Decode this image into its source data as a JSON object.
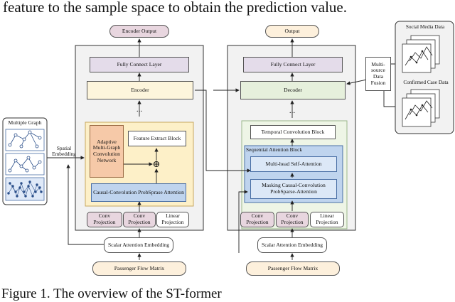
{
  "header": {
    "text": "feature to the sample space to obtain the prediction value."
  },
  "caption": {
    "text": "Figure 1. The overview of the ST-former"
  },
  "left_tower": {
    "output": "Encoder Output",
    "fc_layer": "Fully Connect Layer",
    "encoder": "Encoder",
    "dots": "...",
    "amgcn": "Adaptive Multi-Graph Convolution Network",
    "feature_extract": "Feature Extract Block",
    "plus": "⊕",
    "causal_attention": "Causal-Convolution ProbSprase Attention",
    "proj_conv1": "Conv Projection",
    "proj_conv2": "Conv Projection",
    "proj_linear": "Linear Projection",
    "scalar_embedding": "Scalar Attention Embedding",
    "input": "Passenger Flow Matrix",
    "spatial_embedding": "Spatial Embedding"
  },
  "graph_panel": {
    "title": "Multiple Graph"
  },
  "right_tower": {
    "output": "Output",
    "fc_layer": "Fully Connect Layer",
    "decoder": "Decoder",
    "dots": "...",
    "temporal_conv": "Temporal Convolution Block",
    "seq_block_title": "Sequential Attention Block",
    "multihead": "Multi-head Self-Attention",
    "masking": "Masking Causal-Convolution ProbSparse-Attention",
    "proj_conv1": "Conv Projection",
    "proj_conv2": "Conv Projection",
    "proj_linear": "Linear Projection",
    "scalar_embedding": "Scalar Attention Embedding",
    "input": "Passenger Flow Matrix"
  },
  "fusion": {
    "label": "Multi-source Data Fusion",
    "social_title": "Social Media Data",
    "confirmed_title": "Confirmed Case Data"
  },
  "colors": {
    "purple": "#e4dcea",
    "yellow_light": "#fdf5dc",
    "yellow_panel": "#fdf0c8",
    "orange": "#f6c9a8",
    "blue": "#bfd4ee",
    "blue_dark": "#dce8f7",
    "green": "#e6f0dc",
    "green_panel": "#eef5e6",
    "pink": "#e8d6df"
  }
}
